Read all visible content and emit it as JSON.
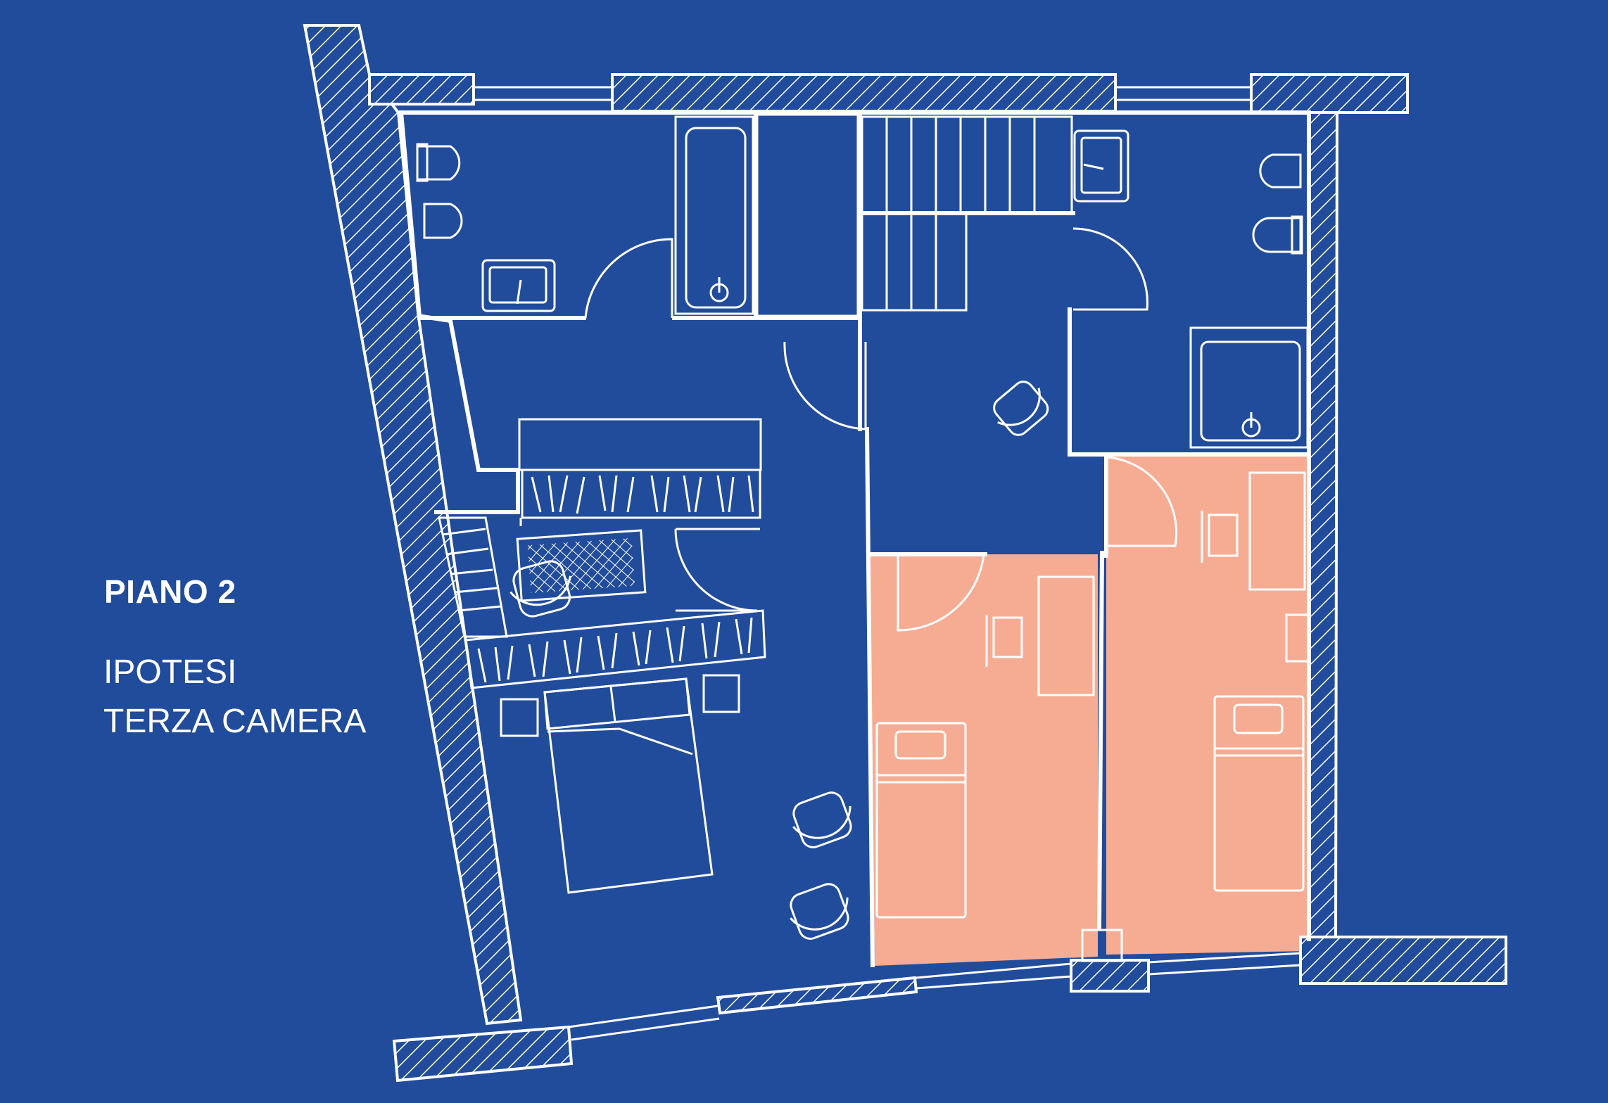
{
  "captions": {
    "level": "PIANO 2",
    "hypothesis": "IPOTESI",
    "room": "TERZA CAMERA"
  },
  "colors": {
    "background": "#214C9B",
    "line": "#FFFFFF",
    "highlight": "#F6AC93"
  }
}
